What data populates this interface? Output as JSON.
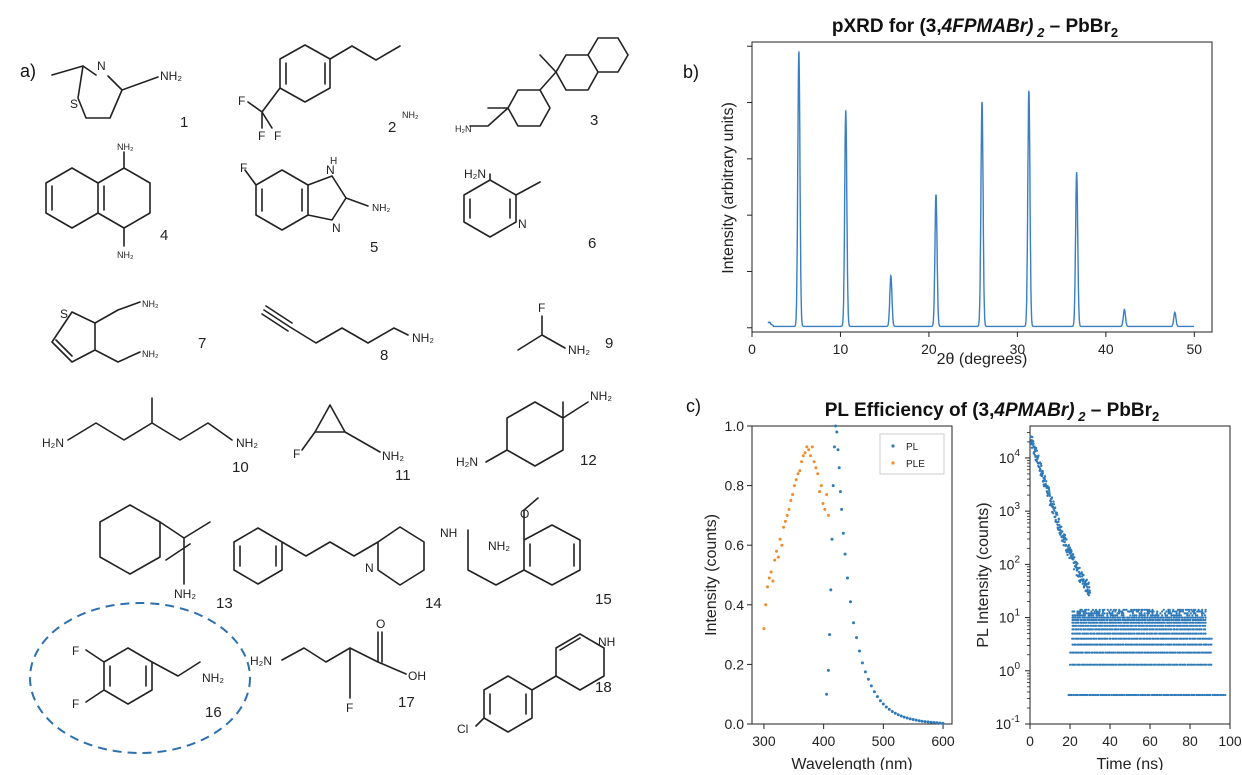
{
  "panels": {
    "a": "a)",
    "b": "b)",
    "c": "c)"
  },
  "compounds": {
    "ids": [
      "1",
      "2",
      "3",
      "4",
      "5",
      "6",
      "7",
      "8",
      "9",
      "10",
      "11",
      "12",
      "13",
      "14",
      "15",
      "16",
      "17",
      "18"
    ],
    "highlighted": "16",
    "highlight_color": "#2e6fb0",
    "atoms": {
      "nh2": "NH₂",
      "h2n": "H₂N",
      "nh": "NH",
      "h": "H",
      "n": "N",
      "s": "S",
      "f": "F",
      "o": "O",
      "oh": "OH",
      "cl": "Cl"
    }
  },
  "chart_data": [
    {
      "type": "line",
      "title": {
        "prefix": "pXRD for (3,",
        "italic": "4FPMABr)",
        "sub": " 2",
        "mid": " – PbBr",
        "sub2": "2"
      },
      "xlabel": "2θ (degrees)",
      "ylabel": "Intensity (arbitrary units)",
      "xlim": [
        0,
        52
      ],
      "ylim": [
        0,
        1.03
      ],
      "xticks": [
        0,
        10,
        20,
        30,
        40,
        50
      ],
      "y_tick_labels_shown": false,
      "color": "#3a7fc1",
      "baseline": 0.02,
      "peaks": [
        {
          "x": 2.0,
          "y": 0.035
        },
        {
          "x": 5.3,
          "y": 1.0
        },
        {
          "x": 10.6,
          "y": 0.79
        },
        {
          "x": 15.7,
          "y": 0.2
        },
        {
          "x": 20.8,
          "y": 0.49
        },
        {
          "x": 26.0,
          "y": 0.82
        },
        {
          "x": 31.3,
          "y": 0.86
        },
        {
          "x": 36.7,
          "y": 0.57
        },
        {
          "x": 42.1,
          "y": 0.08
        },
        {
          "x": 47.8,
          "y": 0.07
        }
      ]
    },
    {
      "type": "scatter",
      "title": {
        "prefix": "PL Efficiency of (3,",
        "italic": "4PMABr)",
        "sub": " 2",
        "mid": " – PbBr",
        "sub2": "2"
      },
      "xlabel": "Wavelength (nm)",
      "ylabel": "Intensity (counts)",
      "xlim": [
        280,
        615
      ],
      "ylim": [
        0,
        1.0
      ],
      "xticks": [
        300,
        400,
        500,
        600
      ],
      "yticks": [
        "0.0",
        "0.2",
        "0.4",
        "0.6",
        "0.8",
        "1.0"
      ],
      "legend": {
        "position": "top-right",
        "entries": [
          "PL",
          "PLE"
        ]
      },
      "series": [
        {
          "name": "PL",
          "color": "#2f7ab9",
          "x": [
            405,
            408,
            410,
            412,
            414,
            416,
            418,
            420,
            422,
            424,
            426,
            428,
            430,
            433,
            436,
            440,
            445,
            450,
            455,
            460,
            465,
            470,
            475,
            480,
            485,
            490,
            495,
            500,
            505,
            510,
            515,
            520,
            525,
            530,
            535,
            540,
            545,
            550,
            555,
            560,
            565,
            570,
            575,
            580,
            585,
            590,
            595,
            600
          ],
          "y": [
            0.1,
            0.18,
            0.3,
            0.45,
            0.62,
            0.8,
            0.93,
            1.0,
            0.98,
            0.92,
            0.86,
            0.78,
            0.72,
            0.64,
            0.57,
            0.49,
            0.41,
            0.34,
            0.29,
            0.245,
            0.205,
            0.175,
            0.15,
            0.128,
            0.108,
            0.092,
            0.078,
            0.067,
            0.057,
            0.049,
            0.042,
            0.036,
            0.031,
            0.027,
            0.023,
            0.02,
            0.017,
            0.015,
            0.013,
            0.011,
            0.009,
            0.008,
            0.007,
            0.006,
            0.005,
            0.004,
            0.003,
            0.002
          ]
        },
        {
          "name": "PLE",
          "color": "#f08a2a",
          "x": [
            300,
            303,
            306,
            309,
            312,
            315,
            318,
            321,
            324,
            327,
            330,
            333,
            336,
            339,
            342,
            345,
            348,
            351,
            354,
            357,
            360,
            363,
            366,
            369,
            372,
            375,
            378,
            381,
            384,
            387,
            390,
            393,
            396,
            399,
            402,
            405,
            408
          ],
          "y": [
            0.32,
            0.4,
            0.46,
            0.49,
            0.51,
            0.48,
            0.55,
            0.58,
            0.56,
            0.62,
            0.6,
            0.66,
            0.68,
            0.7,
            0.72,
            0.75,
            0.77,
            0.8,
            0.82,
            0.84,
            0.85,
            0.88,
            0.9,
            0.91,
            0.93,
            0.92,
            0.9,
            0.93,
            0.88,
            0.86,
            0.84,
            0.78,
            0.8,
            0.74,
            0.72,
            0.77,
            0.7
          ]
        }
      ]
    },
    {
      "type": "scatter",
      "xlabel": "Time (ns)",
      "ylabel": "PL Intensity (counts)",
      "xlim": [
        0,
        100
      ],
      "ylog": true,
      "ylim_exp": [
        -1,
        4.6
      ],
      "xticks": [
        0,
        20,
        40,
        60,
        80,
        100
      ],
      "yticks": [
        {
          "b": "10",
          "e": "-1"
        },
        {
          "b": "10",
          "e": "0"
        },
        {
          "b": "10",
          "e": "1"
        },
        {
          "b": "10",
          "e": "2"
        },
        {
          "b": "10",
          "e": "3"
        },
        {
          "b": "10",
          "e": "4"
        }
      ],
      "color": "#2f7ab9",
      "decay": {
        "amplitude": 30000,
        "tau_ns": 3.6,
        "floor": 10,
        "end_ns": 88
      },
      "noise_levels": [
        0.35,
        1.3,
        2.2,
        3.1,
        4.0,
        5.0,
        6.0,
        7.0,
        8.0,
        9.0,
        10.0,
        11.0,
        12.0,
        13.0,
        14.0
      ]
    }
  ]
}
